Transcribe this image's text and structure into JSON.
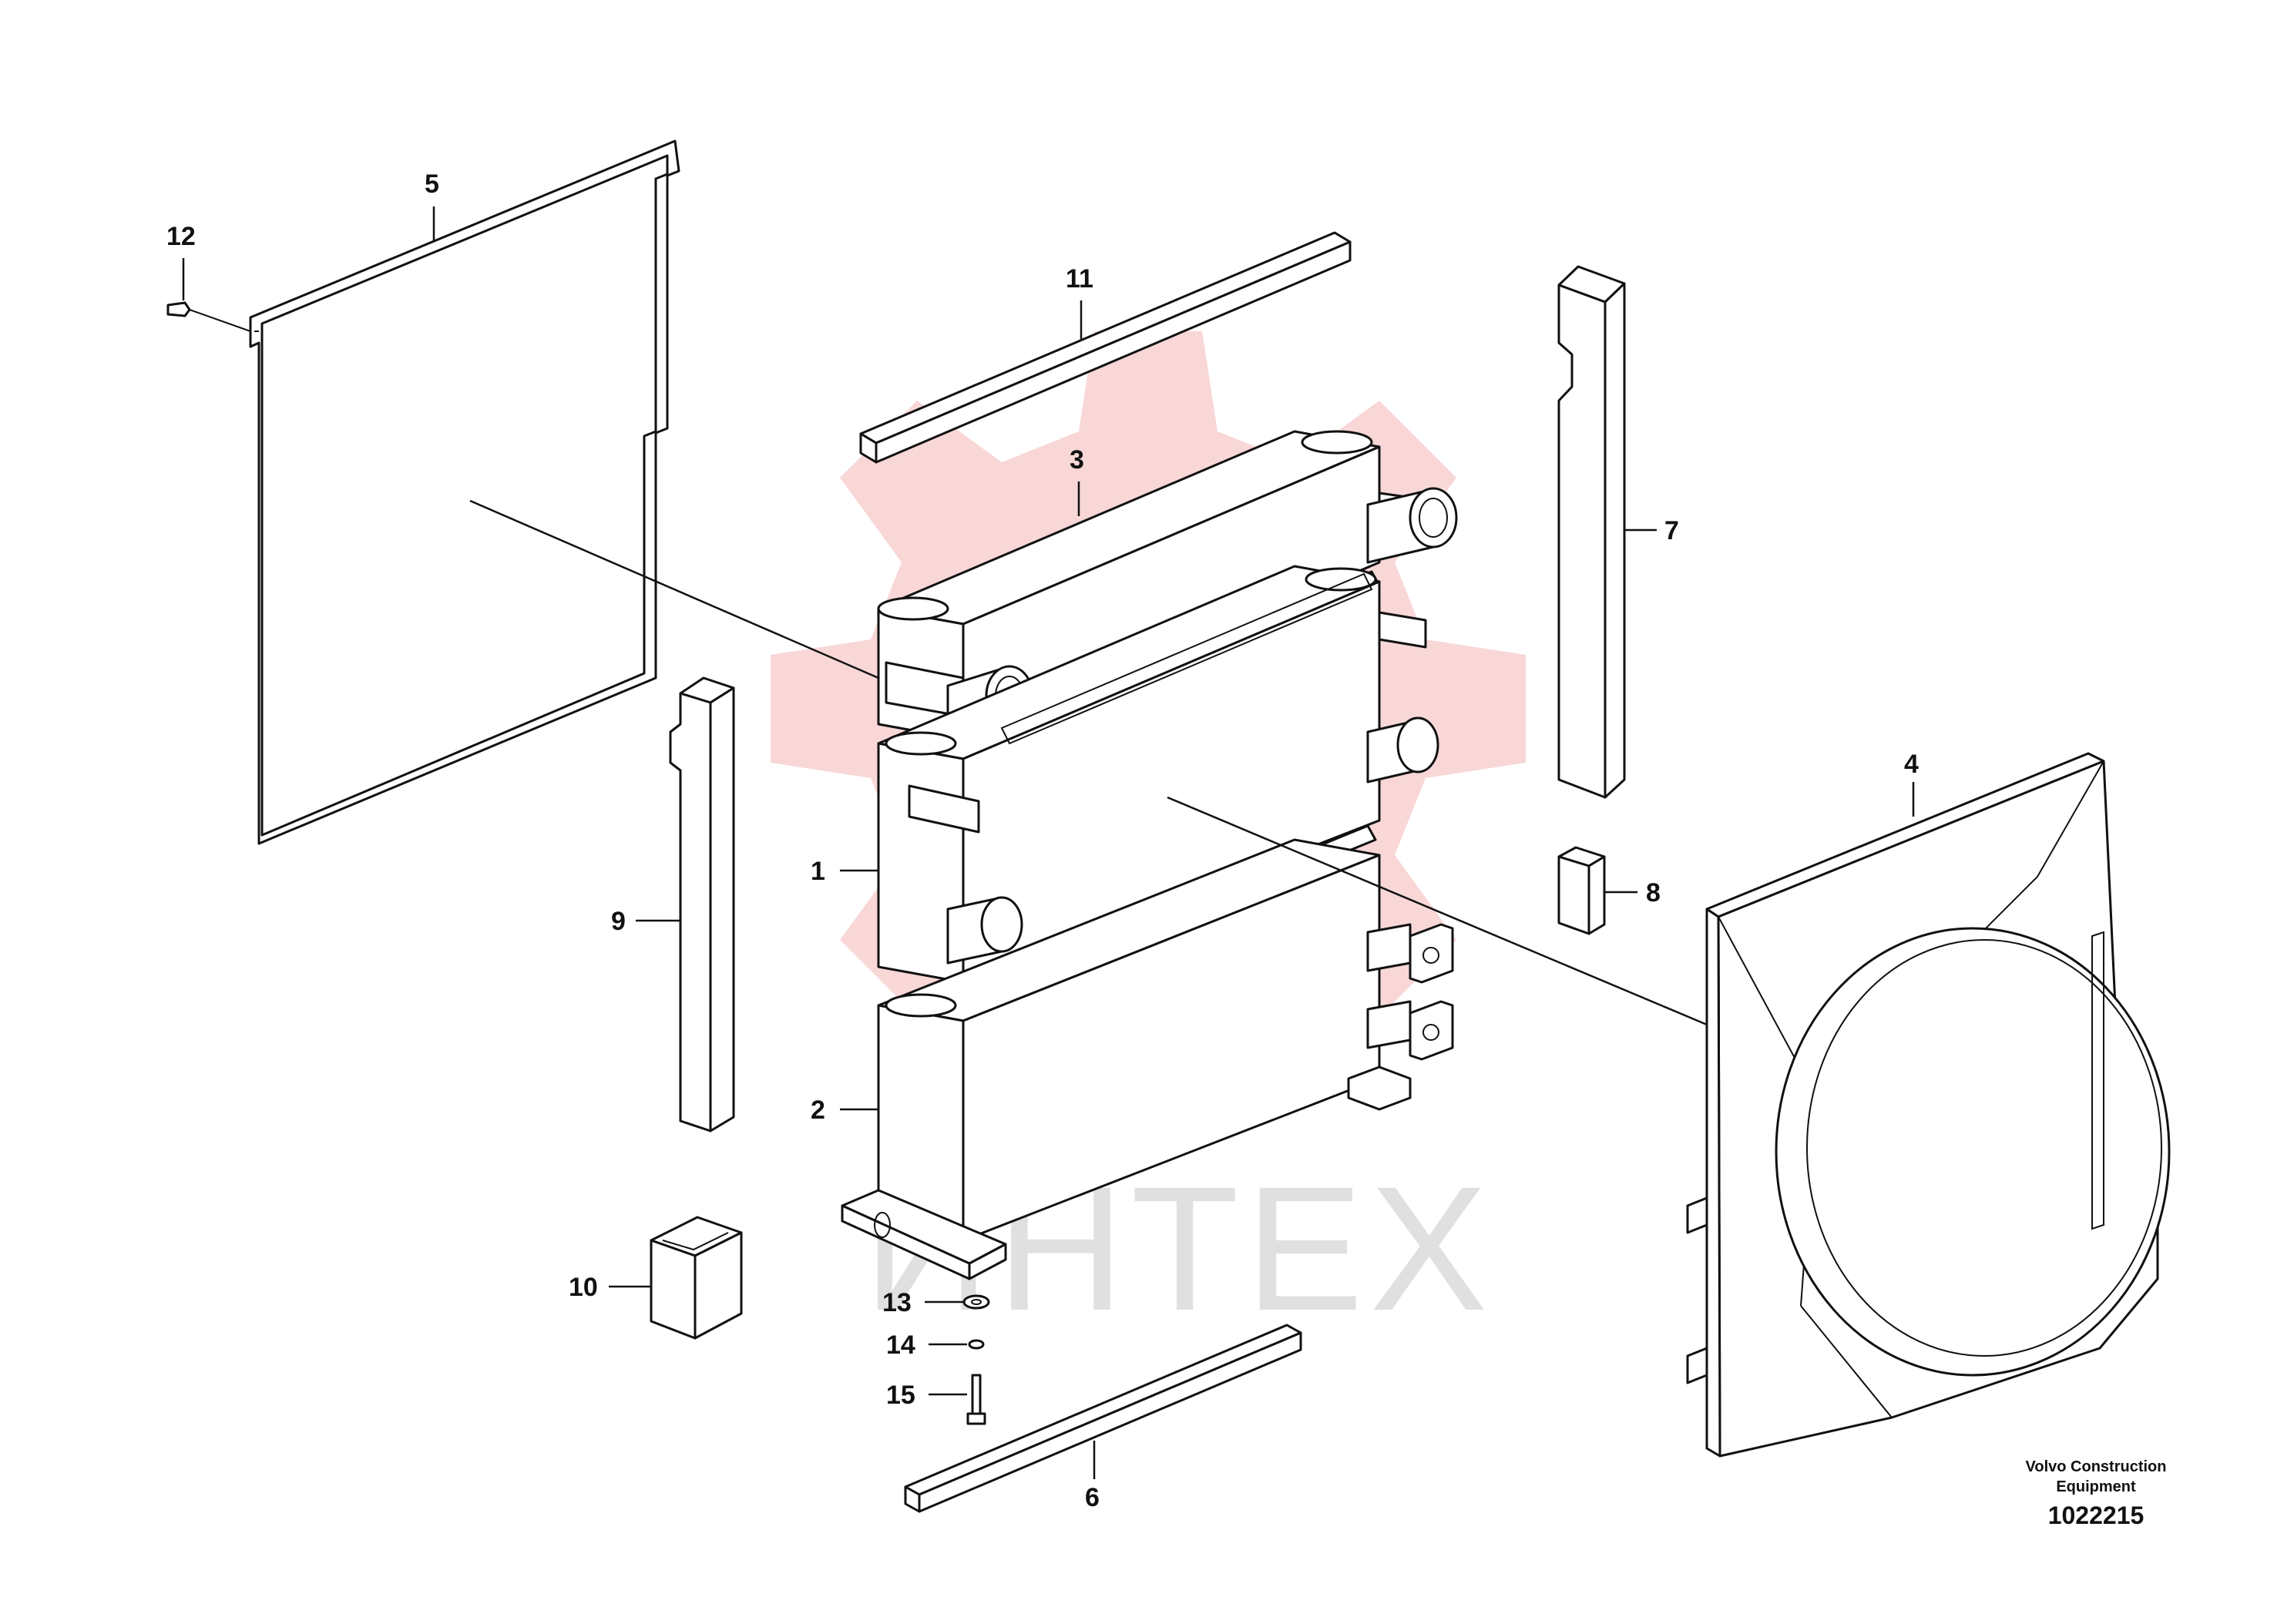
{
  "diagram": {
    "callouts": [
      {
        "id": "1",
        "label": "1"
      },
      {
        "id": "2",
        "label": "2"
      },
      {
        "id": "3",
        "label": "3"
      },
      {
        "id": "4",
        "label": "4"
      },
      {
        "id": "5",
        "label": "5"
      },
      {
        "id": "6",
        "label": "6"
      },
      {
        "id": "7",
        "label": "7"
      },
      {
        "id": "8",
        "label": "8"
      },
      {
        "id": "9",
        "label": "9"
      },
      {
        "id": "10",
        "label": "10"
      },
      {
        "id": "11",
        "label": "11"
      },
      {
        "id": "12",
        "label": "12"
      },
      {
        "id": "13",
        "label": "13"
      },
      {
        "id": "14",
        "label": "14"
      },
      {
        "id": "15",
        "label": "15"
      }
    ],
    "brand_line1": "Volvo Construction",
    "brand_line2": "Equipment",
    "document_number": "1022215",
    "watermark_text": "ИНТЕХ"
  },
  "colors": {
    "line": "#111111",
    "watermark_gear": "#f7c9c9",
    "watermark_text": "#d9d9d9"
  }
}
